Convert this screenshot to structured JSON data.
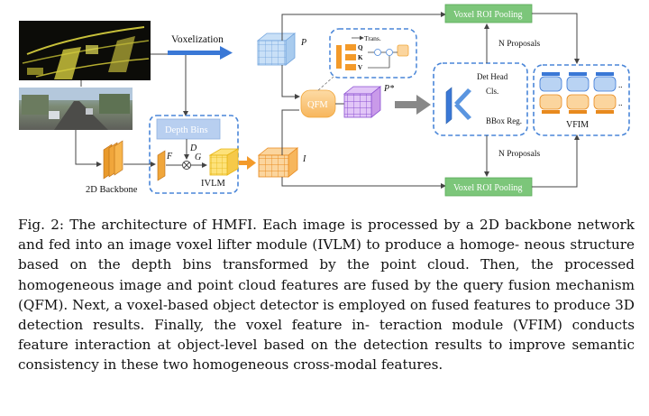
{
  "figure": {
    "voxelization_label": "Voxelization",
    "p_label": "P",
    "p_star_label": "P*",
    "i_label": "I",
    "d_label": "D",
    "f_label": "F",
    "g_label": "G",
    "depth_bins_label": "Depth Bins",
    "ivlm_label": "IVLM",
    "backbone_label": "2D Backbone",
    "qfm_label": "QFM",
    "trans_label": "Trans.",
    "q_label": "Q",
    "k_label": "K",
    "v_label": "V",
    "roi_top_label": "Voxel ROI Pooling",
    "roi_bottom_label": "Voxel ROI Pooling",
    "n_proposals_top": "N Proposals",
    "n_proposals_bottom": "N Proposals",
    "det_head_label": "Det Head",
    "cls_label": "Cls.",
    "bbox_label": "BBox Reg.",
    "vfim_label": "VFIM",
    "colors": {
      "arrow_blue": "#3a78d6",
      "dashed_blue": "#4a86d8",
      "green": "#7cc67a",
      "orange": "#f39a2a",
      "purple": "#8a4fd1",
      "light_blue_cube": "#b9d7f5",
      "depth_bins_fill": "#b8cff0"
    }
  },
  "caption": {
    "label": "Fig. 2:",
    "lines": [
      "The architecture of HMFI. Each image is processed by a 2D backbone",
      "network and fed into an image voxel lifter module (IVLM) to produce a homoge-",
      "neous structure based on the depth bins transformed by the point cloud. Then,",
      "the processed homogeneous image and point cloud features are fused by the query",
      "fusion mechanism (QFM). Next, a voxel-based object detector is employed on",
      "fused features to produce 3D detection results. Finally, the voxel feature in-",
      "teraction module (VFIM) conducts feature interaction at object-level based on",
      "the detection results to improve semantic consistency in these two homogeneous",
      "cross-modal features."
    ]
  }
}
